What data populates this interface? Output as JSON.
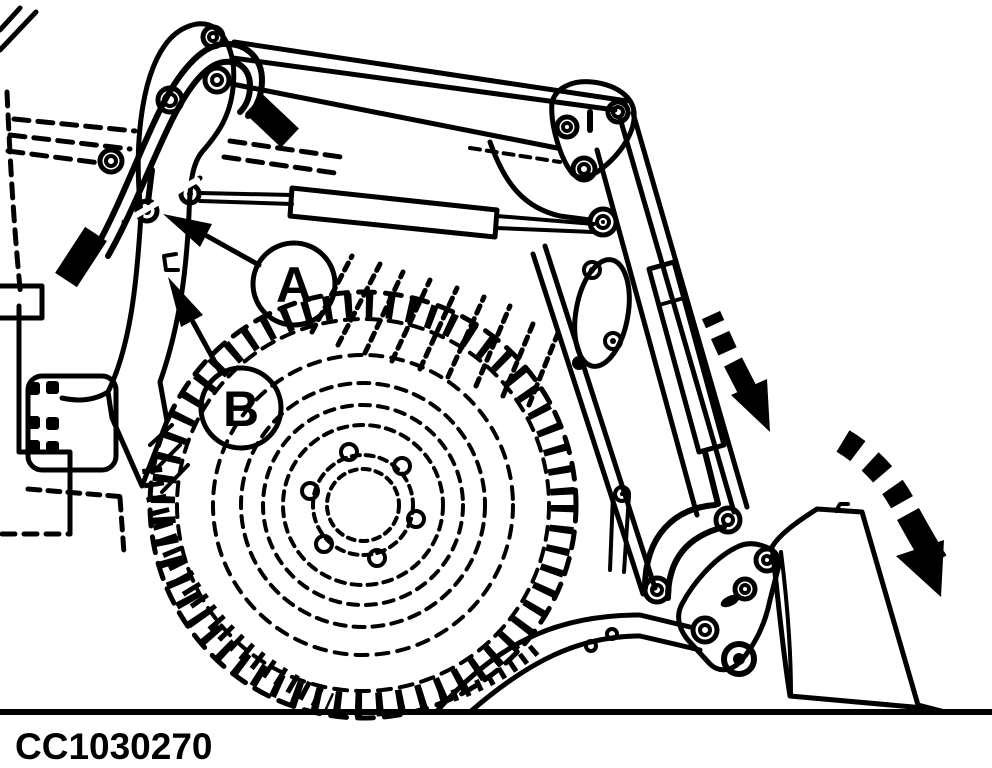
{
  "figure": {
    "code": "CC1030270",
    "callouts": [
      {
        "label": "A"
      },
      {
        "label": "B"
      }
    ],
    "colors": {
      "ink": "#000000",
      "paper": "#ffffff"
    },
    "icons": {
      "callout_a_arrow": "leader-arrow-up-left",
      "callout_b_arrow": "leader-arrow-up-left",
      "boom_motion_arrow": "thick-dashed-arrow-down",
      "bucket_motion_arrow": "thick-dashed-arrow-curved-down-right"
    }
  }
}
